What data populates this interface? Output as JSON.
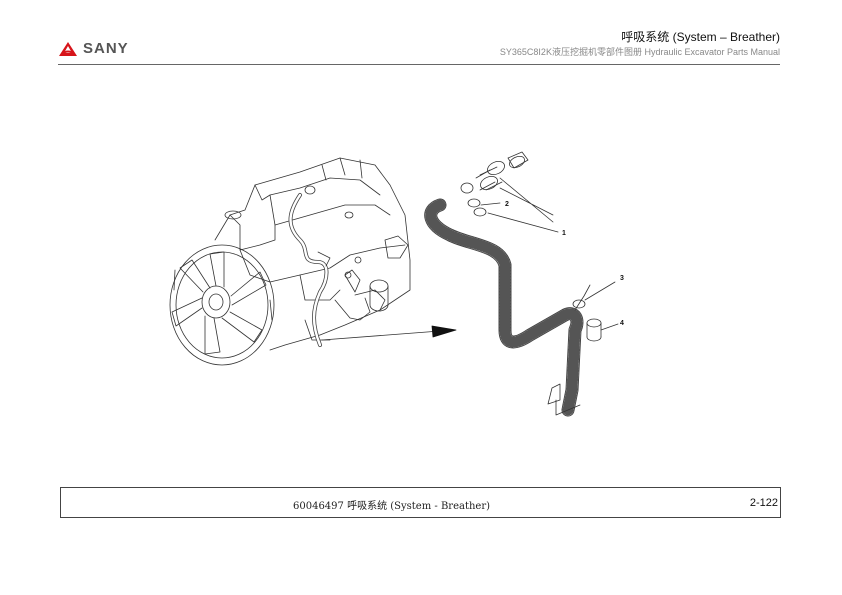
{
  "header": {
    "brand": "SANY",
    "title": "呼吸系统 (System – Breather)",
    "subtitle": "SY365C8I2K液压挖掘机零部件图册 Hydraulic Excavator  Parts Manual"
  },
  "diagram": {
    "callouts": [
      "1",
      "2",
      "3",
      "4"
    ]
  },
  "footer": {
    "description": "60046497 呼吸系统 (System - Breather)",
    "page_number": "2-122"
  },
  "colors": {
    "brand_red": "#d7141a",
    "line": "#333333"
  }
}
